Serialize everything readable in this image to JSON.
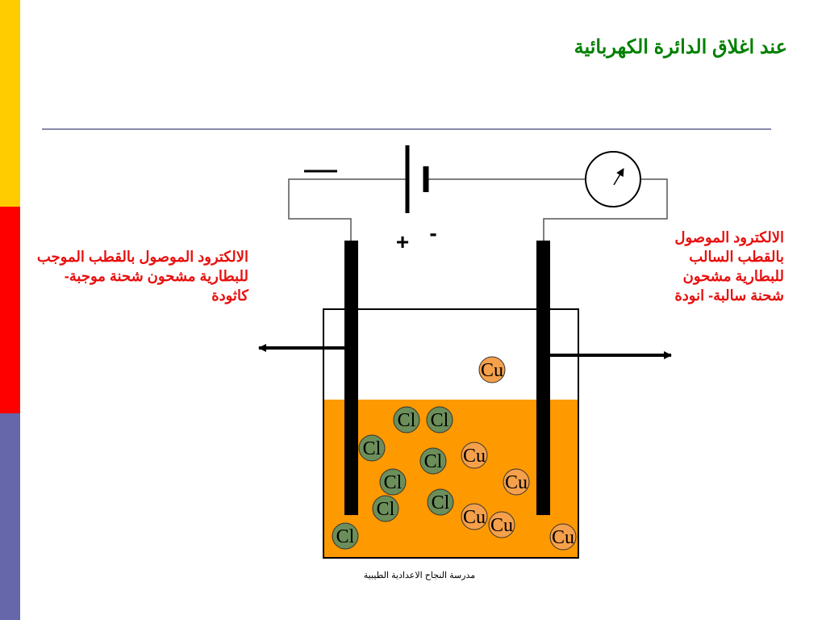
{
  "title": "عند اغلاق الدائرة الكهربائية",
  "battery": {
    "plus_label": "+",
    "minus_label": "-"
  },
  "left_electrode_label": "الالكترود الموصول بالقطب الموجب للبطارية مشحون شحنة موجبة- كاثودة",
  "right_electrode_label": "الالكترود الموصول بالقطب السالب للبطارية مشحون شحنة سالبة- انودة",
  "ions": [
    {
      "label": "Cu"
    },
    {
      "label": "Cl"
    },
    {
      "label": "Cl"
    },
    {
      "label": "Cl"
    },
    {
      "label": "Cl"
    },
    {
      "label": "Cu"
    },
    {
      "label": "Cl"
    },
    {
      "label": "Cu"
    },
    {
      "label": "Cl"
    },
    {
      "label": "Cl"
    },
    {
      "label": "Cu"
    },
    {
      "label": "Cu"
    },
    {
      "label": "Cl"
    },
    {
      "label": "Cu"
    }
  ],
  "footer": "مدرسة النجاح الاعدادية الطيبية",
  "colors": {
    "solution": "#ff9900",
    "cu_ion": "#f5a04a",
    "cl_ion": "#6b8e5a",
    "title": "#008000",
    "label": "#e8100e"
  }
}
